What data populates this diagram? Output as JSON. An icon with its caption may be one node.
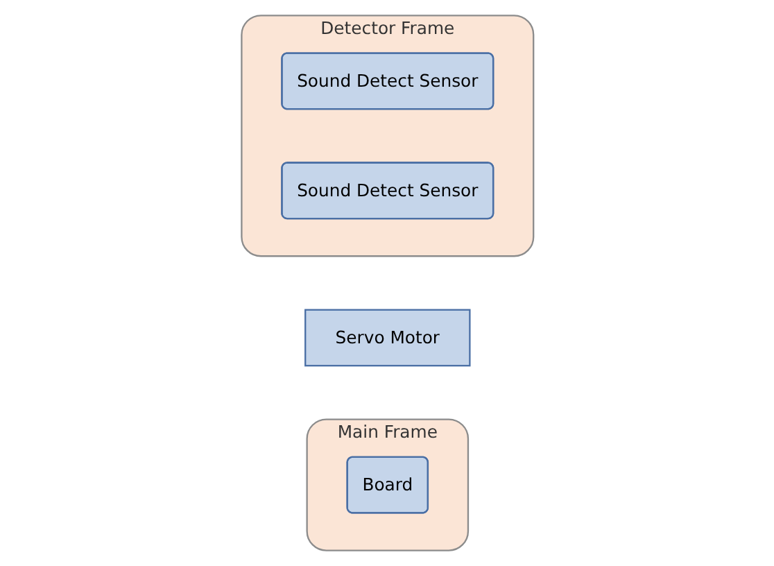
{
  "diagram": {
    "nodes": [
      {
        "text": [
          "Detector Frame"
        ]
      },
      {
        "text": [
          "Sound Detect Sensor"
        ],
        "in": 0
      },
      {
        "text": [
          "Sound Detect Sensor"
        ],
        "in": 0
      },
      {
        "text": [
          "Servo Motor"
        ]
      },
      {
        "text": [
          "Main Frame"
        ]
      },
      {
        "text": [
          "Board"
        ],
        "in": 4
      }
    ],
    "edges": []
  }
}
